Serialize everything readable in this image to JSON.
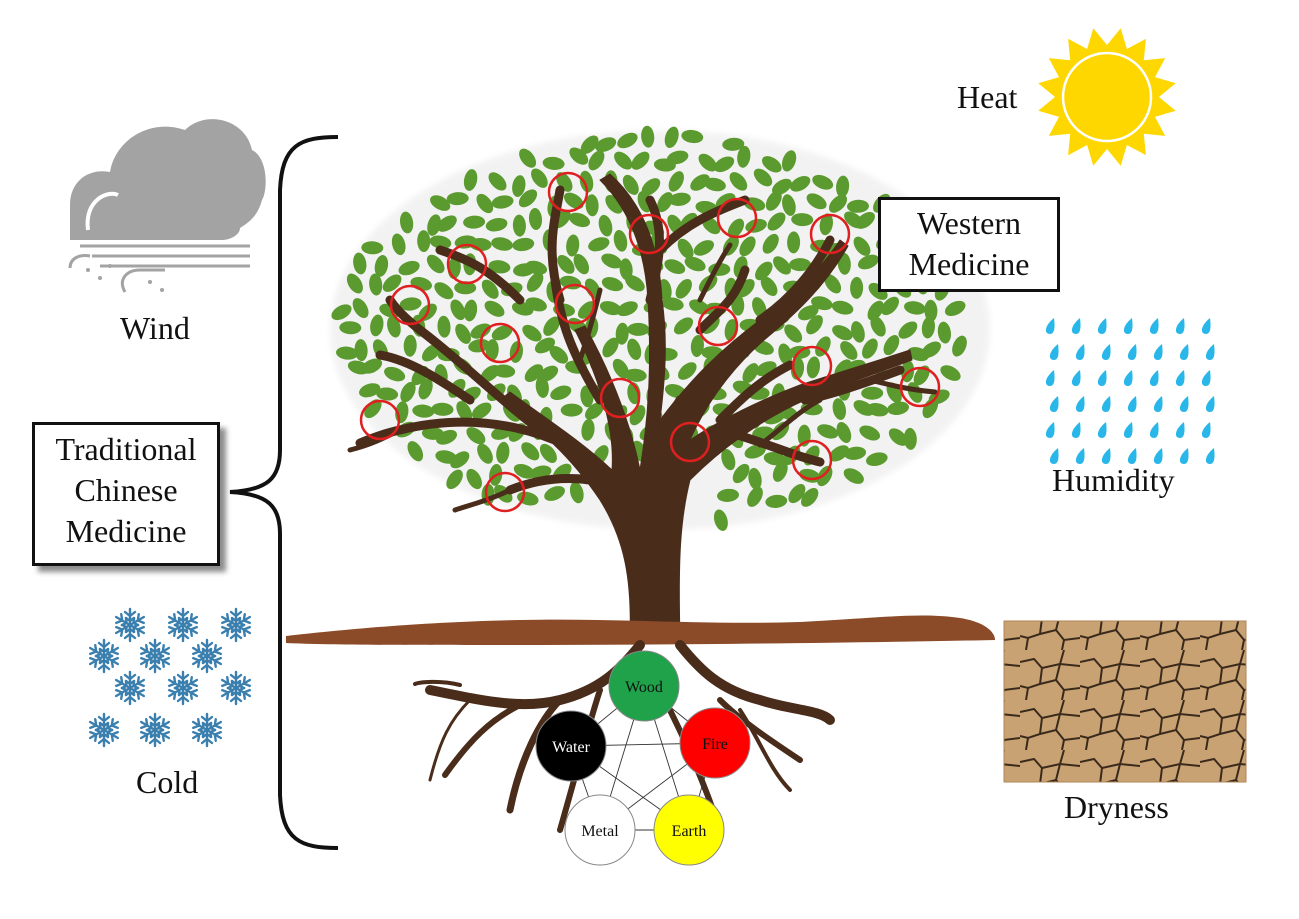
{
  "labels": {
    "wind": "Wind",
    "cold": "Cold",
    "heat": "Heat",
    "humidity": "Humidity",
    "dryness": "Dryness"
  },
  "tcm_box": {
    "lines": [
      "Traditional",
      "Chinese",
      "Medicine"
    ]
  },
  "western_box": {
    "lines": [
      "Western",
      "Medicine"
    ]
  },
  "five_elements": [
    {
      "name": "Wood",
      "fill": "#1fa24a",
      "text_color": "#111111"
    },
    {
      "name": "Fire",
      "fill": "#ff0000",
      "text_color": "#111111"
    },
    {
      "name": "Earth",
      "fill": "#ffff00",
      "text_color": "#111111"
    },
    {
      "name": "Metal",
      "fill": "#ffffff",
      "text_color": "#111111"
    },
    {
      "name": "Water",
      "fill": "#000000",
      "text_color": "#ffffff"
    }
  ],
  "colors": {
    "leaf": "#5a9a2e",
    "trunk": "#4a2c1b",
    "ground": "#8b4a28",
    "marker_circle": "#e02020",
    "sun": "#ffd700",
    "rain": "#29b7ea",
    "snow": "#3a7fae",
    "cloud": "#a3a3a3",
    "soil_crack": "#c49a6c"
  },
  "icons": {
    "wind": "cloud-wind-icon",
    "cold": "snowflakes-icon",
    "heat": "sun-icon",
    "humidity": "raindrops-icon",
    "dryness": "cracked-earth-icon"
  }
}
